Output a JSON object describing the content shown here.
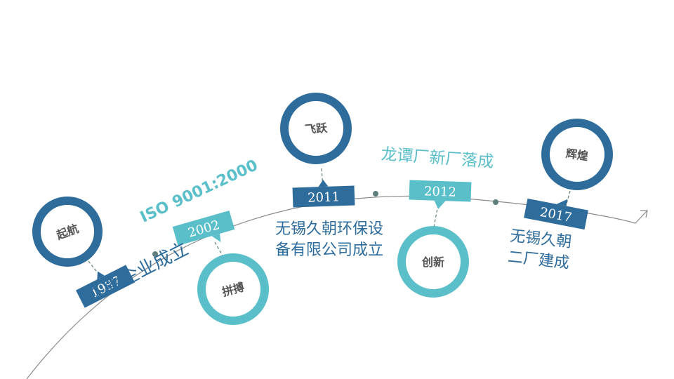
{
  "milestones": [
    {
      "year": "1987",
      "keyword": "起航",
      "caption": "久朝企业成立"
    },
    {
      "year": "2002",
      "keyword": "拼搏",
      "caption": "ISO 9001:2000"
    },
    {
      "year": "2011",
      "keyword": "飞跃",
      "caption": "无锡久朝环保设备有限公司成立"
    },
    {
      "year": "2012",
      "keyword": "创新",
      "caption": "龙谭厂新厂落成"
    },
    {
      "year": "2017",
      "keyword": "辉煌",
      "caption_line1": "无锡久朝",
      "caption_line2": "二厂建成"
    }
  ],
  "colors": {
    "dark_blue": "#2e6c9c",
    "teal": "#5bbfca",
    "curve": "#8a8a8a",
    "node": "#5e7f7c"
  }
}
